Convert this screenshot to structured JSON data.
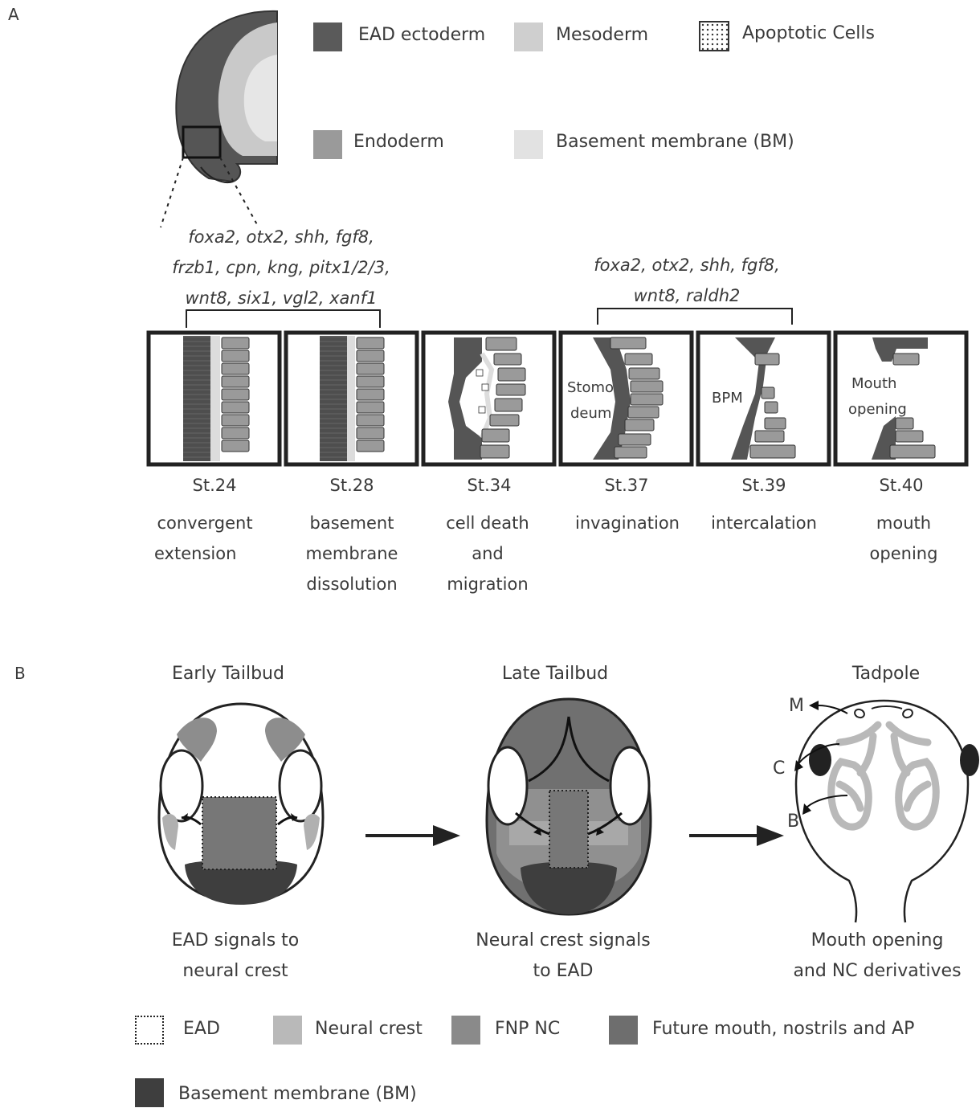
{
  "panel_a": {
    "letter": "A",
    "legend": [
      {
        "label": "EAD ectoderm",
        "color": "#5a5a5a"
      },
      {
        "label": "Mesoderm",
        "color": "#cfcfcf"
      },
      {
        "label": "Apoptotic Cells",
        "color": "dotted"
      },
      {
        "label": "Endoderm",
        "color": "#9a9a9a"
      },
      {
        "label": "Basement membrane (BM)",
        "color": "#e2e2e2"
      }
    ],
    "genes_left": [
      "foxa2, otx2, shh, fgf8,",
      "frzb1, cpn, kng, pitx1/2/3,",
      "wnt8, six1, vgl2, xanf1"
    ],
    "genes_right": [
      "foxa2, otx2, shh, fgf8,",
      "wnt8, raldh2"
    ],
    "inset_labels": {
      "stomodeum_1": "Stomo",
      "stomodeum_2": "deum",
      "bpm": "BPM",
      "mouth_1": "Mouth",
      "mouth_2": "opening"
    },
    "stages": [
      {
        "name": "St.24",
        "desc": [
          "convergent",
          "extension"
        ]
      },
      {
        "name": "St.28",
        "desc": [
          "basement",
          "membrane",
          "dissolution"
        ]
      },
      {
        "name": "St.34",
        "desc": [
          "cell death",
          "and",
          "migration"
        ]
      },
      {
        "name": "St.37",
        "desc": [
          "invagination"
        ]
      },
      {
        "name": "St.39",
        "desc": [
          "intercalation"
        ]
      },
      {
        "name": "St.40",
        "desc": [
          "mouth",
          "opening"
        ]
      }
    ]
  },
  "panel_b": {
    "letter": "B",
    "titles": [
      "Early Tailbud",
      "Late Tailbud",
      "Tadpole"
    ],
    "captions": [
      [
        "EAD signals to",
        "neural crest"
      ],
      [
        "Neural crest signals",
        "to EAD"
      ],
      [
        "Mouth opening",
        "and NC derivatives"
      ]
    ],
    "tadpole_labels": {
      "m": "M",
      "c": "C",
      "b": "B"
    },
    "legend": [
      {
        "label": "EAD",
        "color": "dotted"
      },
      {
        "label": "Neural crest",
        "color": "#b9b9b9"
      },
      {
        "label": "FNP NC",
        "color": "#8a8a8a"
      },
      {
        "label": "Future mouth, nostrils and AP",
        "color": "#6e6e6e"
      },
      {
        "label": "Basement membrane (BM)",
        "color": "#3e3e3e"
      }
    ]
  }
}
